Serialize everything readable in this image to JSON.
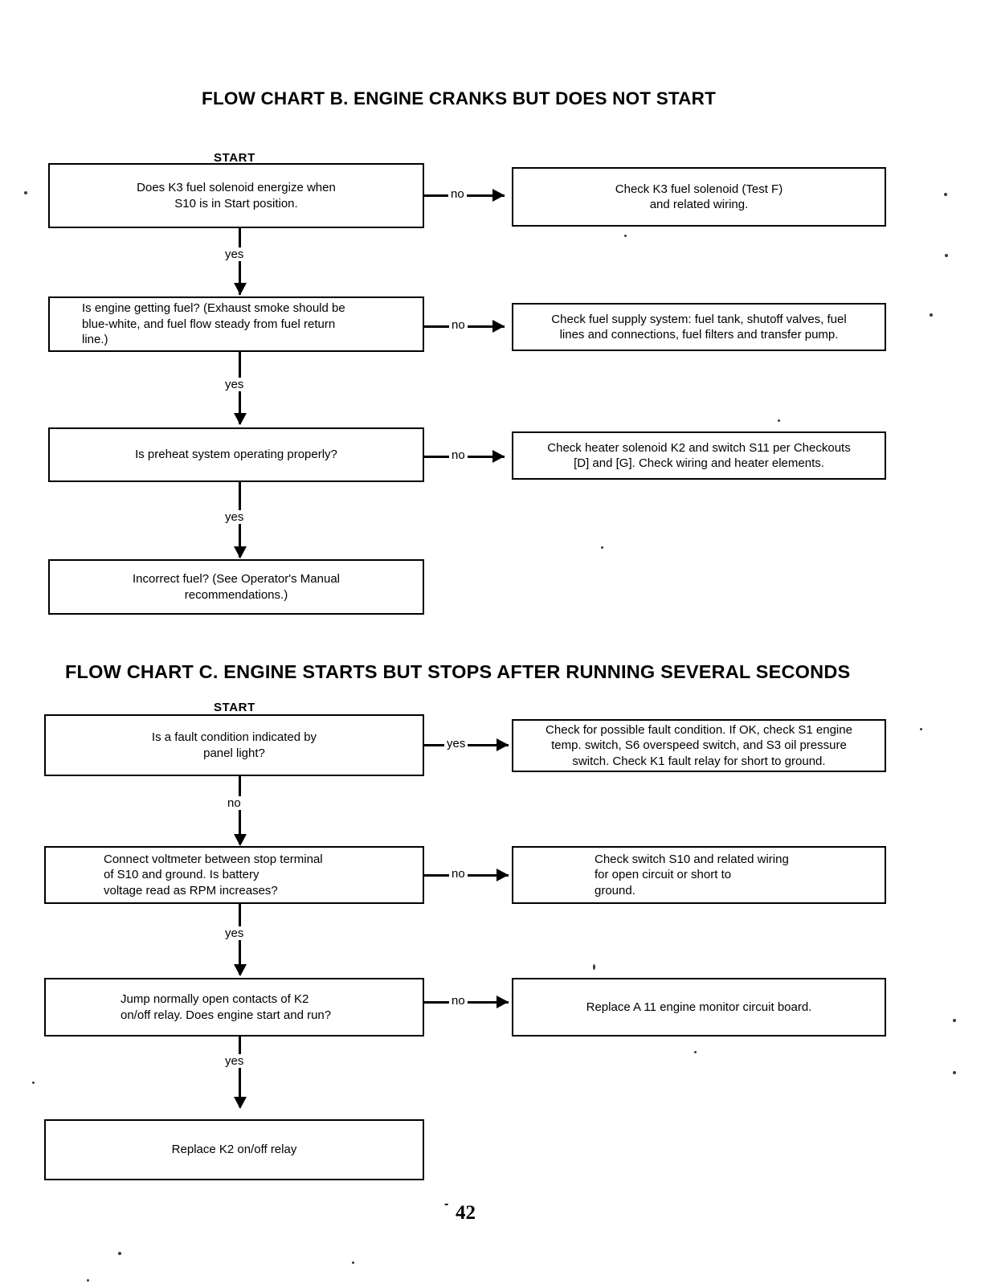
{
  "document": {
    "page_number": "42",
    "page_number_mark": "-"
  },
  "charts": [
    {
      "id": "flow-chart-b",
      "title": "FLOW CHART B. ENGINE CRANKS BUT DOES NOT START",
      "start_label": "START",
      "steps": [
        {
          "question": "Does K3 fuel solenoid energize when\nS10 is in Start position.",
          "branch_label": "no",
          "action": "Check K3 fuel solenoid (Test F)\nand related wiring.",
          "continue_label": "yes"
        },
        {
          "question": "Is engine getting fuel? (Exhaust smoke should be\nblue-white, and fuel flow steady from fuel return\nline.)",
          "branch_label": "no",
          "action": "Check fuel supply system: fuel tank, shutoff valves, fuel\nlines and connections, fuel filters and transfer pump.",
          "continue_label": "yes"
        },
        {
          "question": "Is preheat system operating properly?",
          "branch_label": "no",
          "action": "Check heater solenoid  K2  and switch S11 per Checkouts\n[D] and [G]. Check wiring and heater elements.",
          "continue_label": "yes"
        }
      ],
      "terminal": "Incorrect fuel? (See Operator's Manual\nrecommendations.)"
    },
    {
      "id": "flow-chart-c",
      "title": "FLOW CHART C. ENGINE STARTS BUT STOPS AFTER RUNNING SEVERAL SECONDS",
      "start_label": "START",
      "steps": [
        {
          "question": "Is a fault condition indicated by\npanel light?",
          "branch_label": "yes",
          "action": "Check for possible fault condition.  If OK, check S1 engine\ntemp. switch,    S6 overspeed switch,     and S3 oil pressure\nswitch. Check K1 fault relay for short  to ground.",
          "continue_label": "no"
        },
        {
          "question": "Connect voltmeter between stop terminal\nof S10 and ground. Is battery\nvoltage read as RPM increases?",
          "branch_label": "no",
          "action": "Check switch S10 and related wiring\nfor open circuit or short to\nground.",
          "continue_label": "yes"
        },
        {
          "question": "Jump normally open contacts of K2\non/off relay. Does engine start and run?",
          "branch_label": "no",
          "action": "Replace A 11 engine monitor circuit board.",
          "continue_label": "yes"
        }
      ],
      "terminal": "Replace K2 on/off relay"
    }
  ]
}
